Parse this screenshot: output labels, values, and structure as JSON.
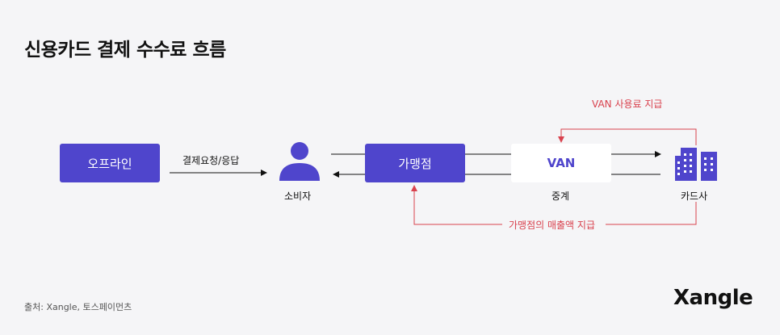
{
  "title": "신용카드 결제 수수료 흐름",
  "nodes": {
    "offline": "오프라인",
    "consumer": "소비자",
    "merchant": "가맹점",
    "van": "VAN",
    "van_caption": "중계",
    "card_company": "카드사"
  },
  "edges": {
    "request_response": "결제요청/응답",
    "van_fee": "VAN 사용료 지급",
    "merchant_payment": "가맹점의 매출액 지급"
  },
  "colors": {
    "accent": "#4f45cc",
    "fee_line": "#d9424e"
  },
  "icons": [
    "person-icon",
    "buildings-icon"
  ],
  "footer": {
    "source": "출처: Xangle, 토스페이먼츠",
    "logo": "Xangle"
  }
}
